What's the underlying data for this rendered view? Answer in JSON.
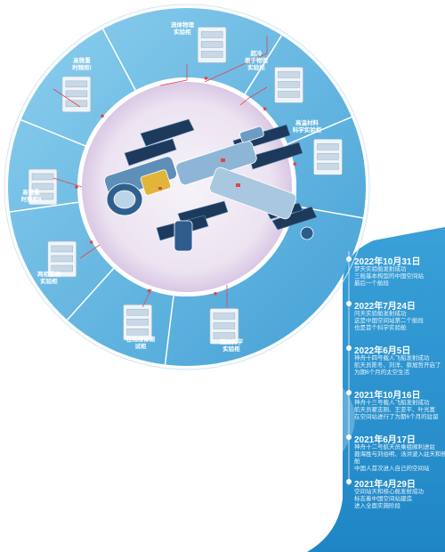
{
  "modules": [
    {
      "label": "流体物理\n实验柜"
    },
    {
      "label": "超冷\n原子物理\n实验柜"
    },
    {
      "label": "高温材料\n科学实验柜"
    },
    {
      "label": "高微重\n时频柜Ⅰ"
    },
    {
      "label": "高微重\n时频柜Ⅱ"
    },
    {
      "label": "两相系统\n实验柜"
    },
    {
      "label": "在线维修测\n试柜"
    },
    {
      "label": "燃烧科学\n实验柜"
    }
  ],
  "timeline": [
    {
      "date": "2022年10月31日",
      "text": "梦天实验舱发射成功\n三舱基本构型的中国空间站\n最后一个舱段"
    },
    {
      "date": "2022年7月24日",
      "text": "问天实验舱发射成功\n这是中国空间站第二个舱段\n也是首个科学实验舱"
    },
    {
      "date": "2022年6月5日",
      "text": "神舟十四号载人飞船发射成功\n航天员陈冬、刘洋、蔡旭哲开启了\n为期6个月的太空生活"
    },
    {
      "date": "2021年10月16日",
      "text": "神舟十三号载人飞船发射成功\n航天员翟志刚、王亚平、叶光富\n在空间站进行了为期6个月的驻留"
    },
    {
      "date": "2021年6月17日",
      "text": "神舟十二号航天员乘组顺利进驻\n聂海胜与刘伯明、汤洪波入驻天和核心舱\n中国人首次进入自己的空间站"
    },
    {
      "date": "2021年4月29日",
      "text": "空间站天和核心舱发射成功\n标志着中国空间站建造\n进入全面实施阶段"
    }
  ],
  "colors": {
    "ring": "#4fb0dd",
    "ring_dark": "#2f8fc4",
    "panel_light": "#dbe9f4",
    "timeline_bg": "#2f93cf",
    "accent_red": "#e8414a"
  }
}
